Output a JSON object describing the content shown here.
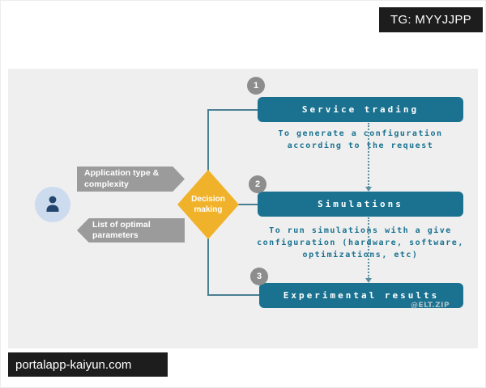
{
  "badges": {
    "tg": "TG: MYYJJPP",
    "site": "portalapp-kaiyun.com"
  },
  "diagram": {
    "input_arrow": "Application type & complexity",
    "output_arrow": "List of optimal parameters",
    "decision": "Decision making",
    "steps": [
      {
        "number": "1",
        "label": "Service trading"
      },
      {
        "number": "2",
        "label": "Simulations"
      },
      {
        "number": "3",
        "label": "Experimental results"
      }
    ],
    "notes": [
      "To generate a configuration according to the request",
      "To run simulations with a give configuration (hardware, software, optimizations, etc)"
    ],
    "watermark": "@ELT.ZIP",
    "colors": {
      "box": "#1a7290",
      "diamond": "#f1b22b",
      "arrow": "#9b9b9b",
      "note": "#1a7290",
      "panel": "#efefef"
    }
  }
}
